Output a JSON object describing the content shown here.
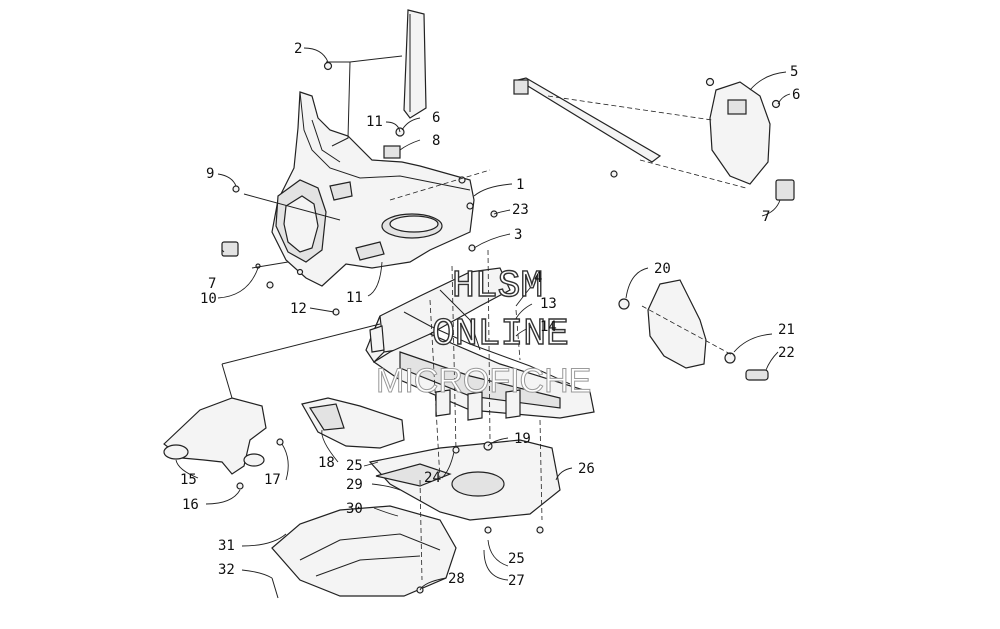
{
  "watermark": {
    "line1": "HLSM",
    "line2": "ONLINE",
    "line3": "MICROFICHE"
  },
  "callouts": [
    {
      "id": "c1",
      "text": "1"
    },
    {
      "id": "c2",
      "text": "2"
    },
    {
      "id": "c3",
      "text": "3"
    },
    {
      "id": "c4",
      "text": "4"
    },
    {
      "id": "c5",
      "text": "5"
    },
    {
      "id": "c6a",
      "text": "6"
    },
    {
      "id": "c6b",
      "text": "6"
    },
    {
      "id": "c7a",
      "text": "7"
    },
    {
      "id": "c7b",
      "text": "7"
    },
    {
      "id": "c8",
      "text": "8"
    },
    {
      "id": "c9",
      "text": "9"
    },
    {
      "id": "c10",
      "text": "10"
    },
    {
      "id": "c11a",
      "text": "11"
    },
    {
      "id": "c11b",
      "text": "11"
    },
    {
      "id": "c12",
      "text": "12"
    },
    {
      "id": "c13",
      "text": "13"
    },
    {
      "id": "c14",
      "text": "14"
    },
    {
      "id": "c15",
      "text": "15"
    },
    {
      "id": "c16",
      "text": "16"
    },
    {
      "id": "c17",
      "text": "17"
    },
    {
      "id": "c18",
      "text": "18"
    },
    {
      "id": "c19",
      "text": "19"
    },
    {
      "id": "c20",
      "text": "20"
    },
    {
      "id": "c21",
      "text": "21"
    },
    {
      "id": "c22",
      "text": "22"
    },
    {
      "id": "c23",
      "text": "23"
    },
    {
      "id": "c24",
      "text": "24"
    },
    {
      "id": "c25a",
      "text": "25"
    },
    {
      "id": "c25b",
      "text": "25"
    },
    {
      "id": "c26",
      "text": "26"
    },
    {
      "id": "c27",
      "text": "27"
    },
    {
      "id": "c28",
      "text": "28"
    },
    {
      "id": "c29",
      "text": "29"
    },
    {
      "id": "c30",
      "text": "30"
    },
    {
      "id": "c31",
      "text": "31"
    },
    {
      "id": "c32",
      "text": "32"
    }
  ]
}
